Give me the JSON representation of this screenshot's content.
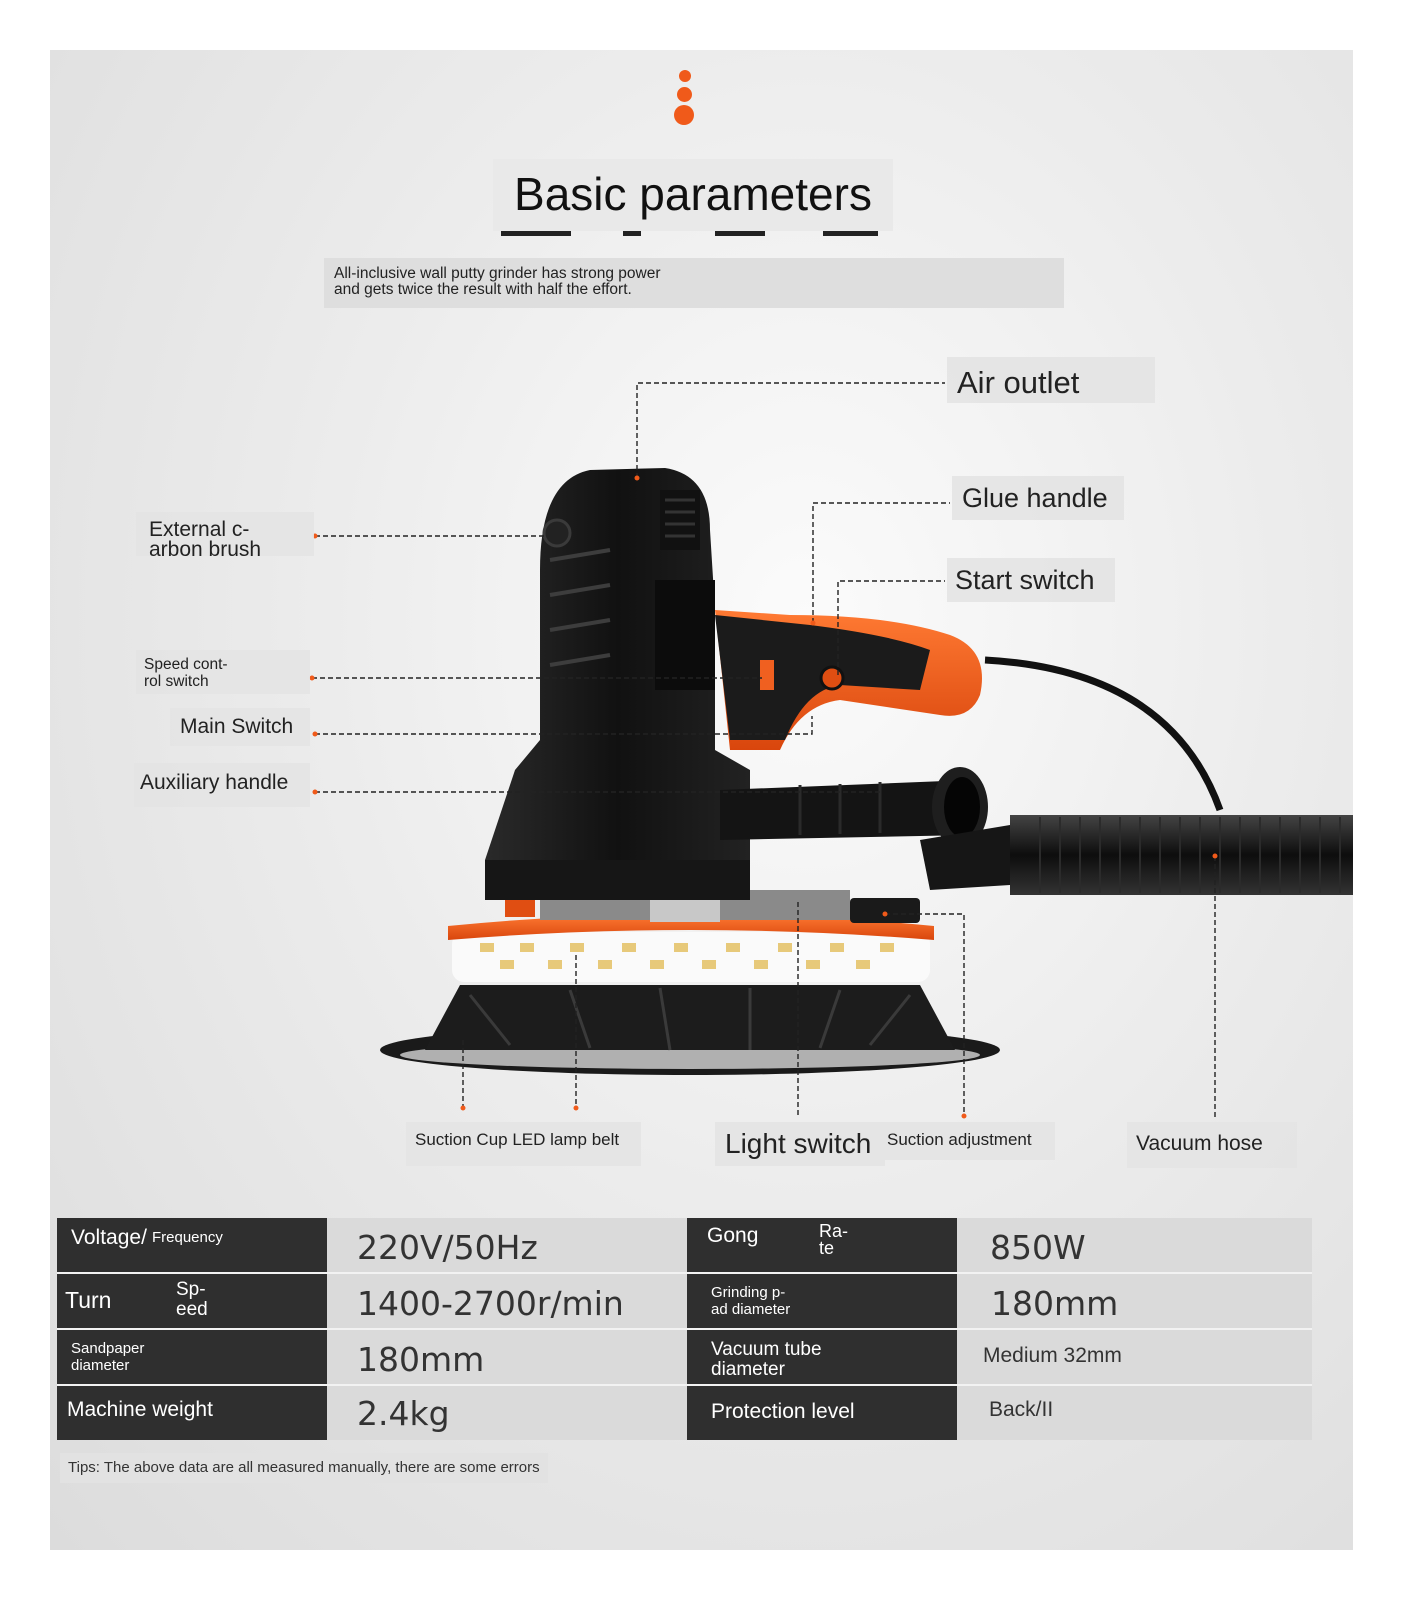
{
  "header": {
    "title": "Basic parameters",
    "subtitle_line1": "All-inclusive wall putty grinder has strong power",
    "subtitle_line2": "and gets twice the result with half the effort."
  },
  "callouts": {
    "air_outlet": "Air outlet",
    "glue_handle": "Glue handle",
    "start_switch": "Start switch",
    "external_carbon_brush_1": "External c-",
    "external_carbon_brush_2": "arbon brush",
    "speed_control_1": "Speed cont-",
    "speed_control_2": "rol switch",
    "main_switch": "Main Switch",
    "auxiliary_handle": "Auxiliary handle",
    "suction_cup_led": "Suction Cup LED lamp belt",
    "light_switch": "Light switch",
    "suction_adjustment": "Suction adjustment",
    "vacuum_hose": "Vacuum hose"
  },
  "specs": {
    "voltage_a": "Voltage/",
    "voltage_b": "Frequency",
    "voltage_value": "220V/50Hz",
    "gong": "Gong",
    "rate_1": "Ra-",
    "rate_2": "te",
    "power_value": "850W",
    "turn": "Turn",
    "speed_1": "Sp-",
    "speed_2": "eed",
    "speed_value": "1400-2700r/min",
    "grinding_1": "Grinding p-",
    "grinding_2": "ad diameter",
    "grinding_value": "180mm",
    "sandpaper_1": "Sandpaper",
    "sandpaper_2": "diameter",
    "sandpaper_value": "180mm",
    "vacuum_1": "Vacuum tube",
    "vacuum_2": "diameter",
    "vacuum_value": "Medium 32mm",
    "weight": "Machine weight",
    "weight_value": "2.4kg",
    "protection": "Protection level",
    "protection_value": "Back/II"
  },
  "footer": {
    "tips": "Tips: The above data are all measured manually, there are some errors"
  },
  "colors": {
    "accent": "#f05a1a",
    "dark_cell": "#2f2f2f",
    "light_cell": "#d9d9d9"
  }
}
